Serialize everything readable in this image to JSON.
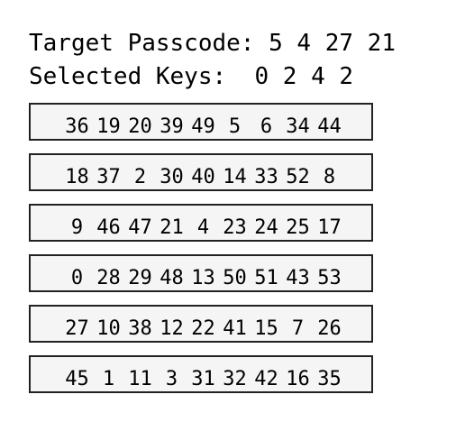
{
  "target": {
    "label": "Target Passcode: ",
    "value": "5 4 27 21"
  },
  "selected": {
    "label": "Selected Keys:  ",
    "value": "0 2 4 2"
  },
  "keypad_rows": [
    {
      "keys": [
        "36",
        "19",
        "20",
        "39",
        "49",
        "5",
        "6",
        "34",
        "44"
      ]
    },
    {
      "keys": [
        "18",
        "37",
        "2",
        "30",
        "40",
        "14",
        "33",
        "52",
        "8"
      ]
    },
    {
      "keys": [
        "9",
        "46",
        "47",
        "21",
        "4",
        "23",
        "24",
        "25",
        "17"
      ]
    },
    {
      "keys": [
        "0",
        "28",
        "29",
        "48",
        "13",
        "50",
        "51",
        "43",
        "53"
      ]
    },
    {
      "keys": [
        "27",
        "10",
        "38",
        "12",
        "22",
        "41",
        "15",
        "7",
        "26"
      ]
    },
    {
      "keys": [
        "45",
        "1",
        "11",
        "3",
        "31",
        "32",
        "42",
        "16",
        "35"
      ]
    }
  ],
  "colors": {
    "row_background": "#f5f5f5",
    "row_border": "#222222",
    "text": "#000000"
  }
}
